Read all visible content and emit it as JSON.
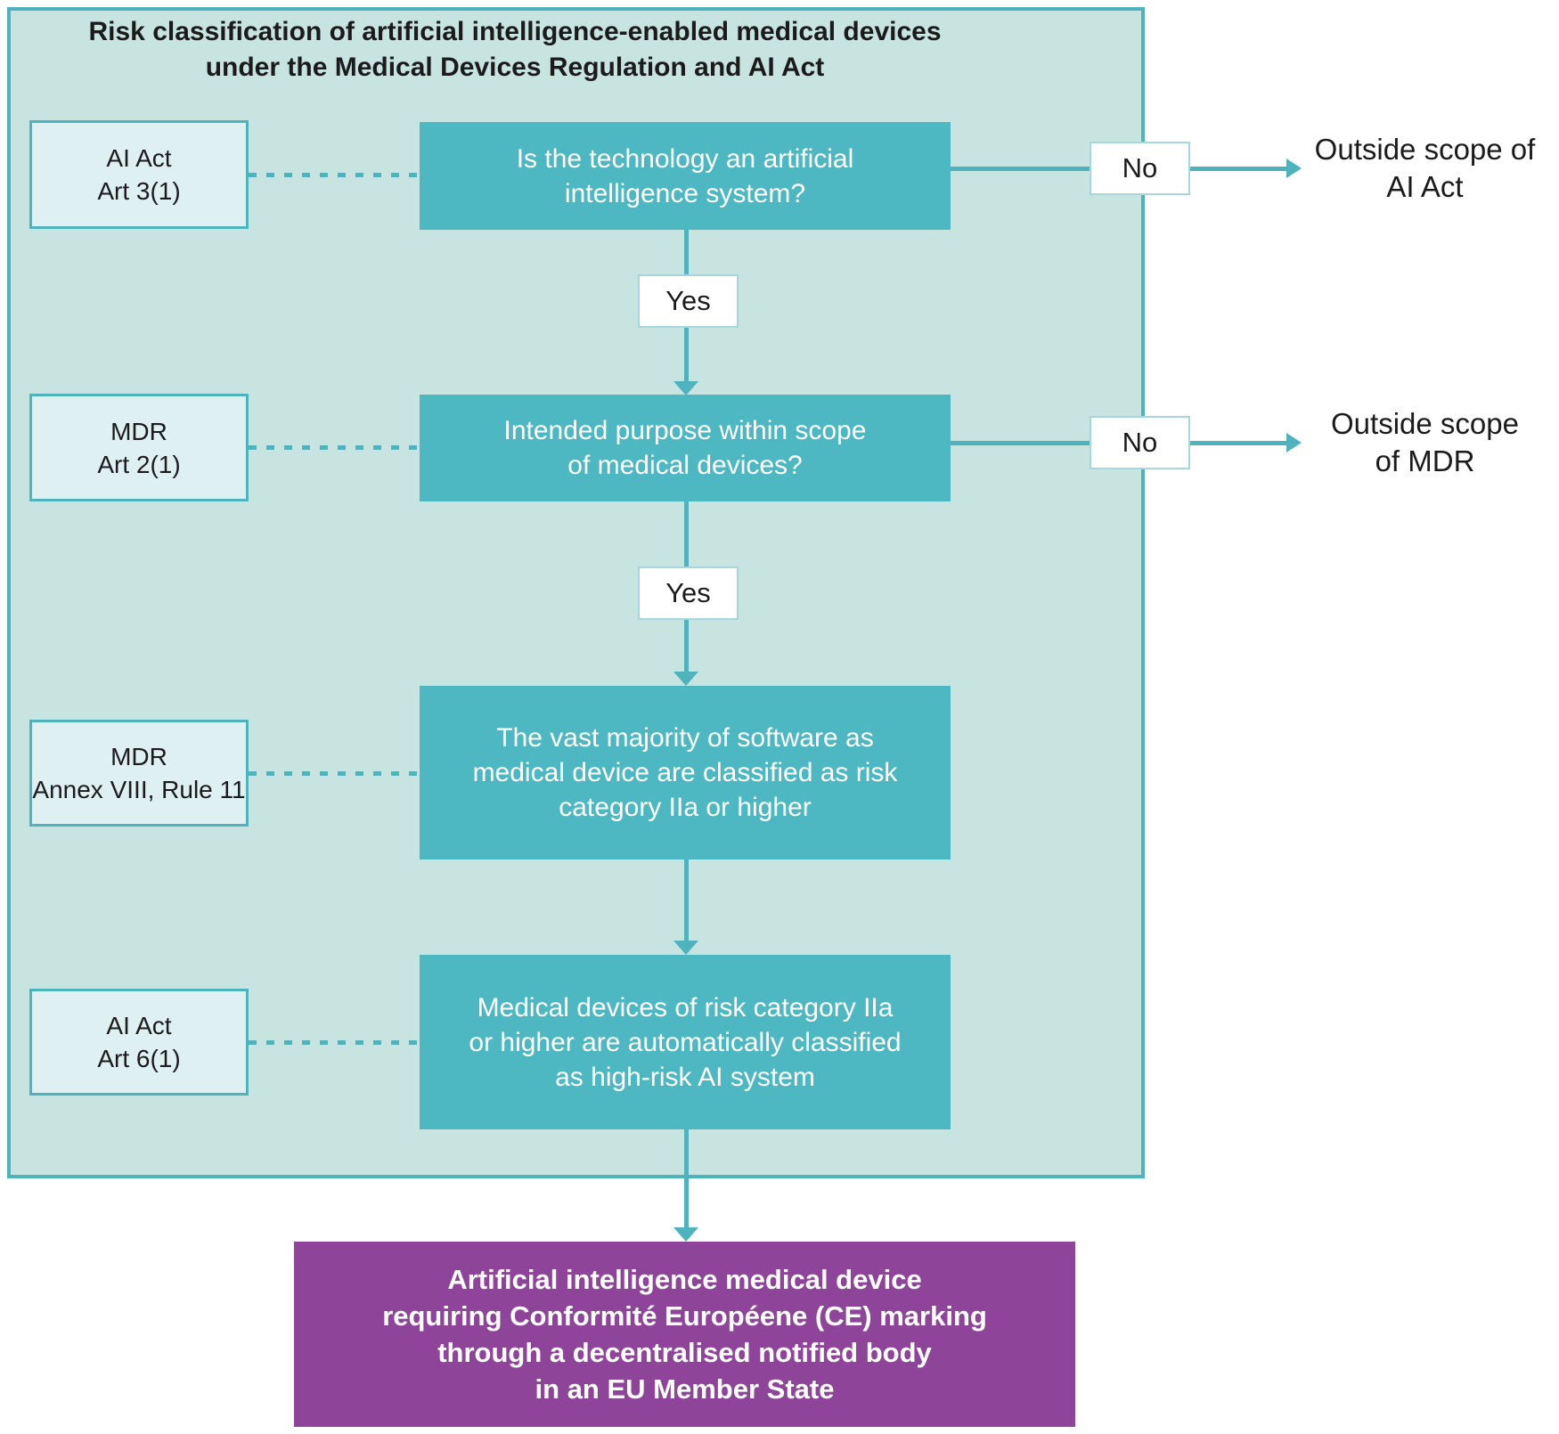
{
  "colors": {
    "panel_bg": "#c8e4e1",
    "panel_border": "#4fb3bd",
    "ref_box_bg": "#def0f2",
    "question_box_bg": "#4eb8c2",
    "connector": "#4fb3bd",
    "label_box_border": "#a6d7dc",
    "final_box_bg": "#8e4499",
    "text_dark": "#1b1b1b",
    "text_light": "#ffffff"
  },
  "title": {
    "line1": "Risk classification of artificial intelligence-enabled medical devices",
    "line2": "under the Medical Devices Regulation and AI Act"
  },
  "rows": [
    {
      "ref": {
        "line1": "AI Act",
        "line2": "Art 3(1)"
      },
      "question": {
        "line1": "Is the technology an artificial",
        "line2": "intelligence system?"
      },
      "no_label": "No",
      "outside": {
        "line1": "Outside scope of",
        "line2": "AI Act"
      },
      "yes_label": "Yes"
    },
    {
      "ref": {
        "line1": "MDR",
        "line2": "Art 2(1)"
      },
      "question": {
        "line1": "Intended purpose within scope",
        "line2": "of medical devices?"
      },
      "no_label": "No",
      "outside": {
        "line1": "Outside scope",
        "line2": "of MDR"
      },
      "yes_label": "Yes"
    },
    {
      "ref": {
        "line1": "MDR",
        "line2": "Annex VIII, Rule 11"
      },
      "question": {
        "line1": "The vast majority of software as",
        "line2": "medical device are classified as risk",
        "line3": "category IIa or higher"
      }
    },
    {
      "ref": {
        "line1": "AI Act",
        "line2": "Art 6(1)"
      },
      "question": {
        "line1": "Medical devices of risk category IIa",
        "line2": "or higher are automatically classified",
        "line3": "as high-risk AI system"
      }
    }
  ],
  "final_box": {
    "line1": "Artificial intelligence medical device",
    "line2": "requiring Conformité Européene (CE) marking",
    "line3": "through a decentralised notified body",
    "line4": "in an EU Member State"
  }
}
